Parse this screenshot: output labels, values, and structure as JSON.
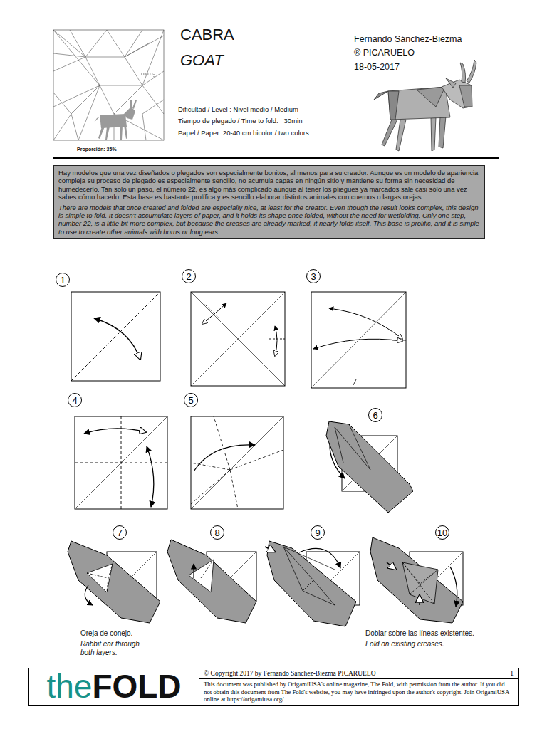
{
  "diagram": {
    "title": "CABRA",
    "nodes": [
      {
        "text": [
          "Hay modelos que una vez diseñados o plegados son especialmente bonitos, al menos para su creador. Aunque es un modelo de apariencia compleja su proceso de plegado es especialmente sencillo, no acumula capas en ningún sitio y mantiene su forma sin necesidad de humedecerlo. Tan solo un paso, el número 22, es algo más complicado aunque al tener los pliegues ya marcados sale casi sólo una vez sabes cómo hacerlo. Esta base es bastante prolífica y es sencillo elaborar distintos animales con cuernos o largas orejas.",
          "There are models that once created and folded are especially nice, at least for the creator. Even though the result looks complex, this design is simple to fold. It doesn't accumulate layers of paper, and it holds its shape once folded, without the need for wetfolding. Only one step, number 22, is a little bit more complex, but because the creases are already marked, it nearly folds itself. This base is prolific, and it is simple to use to create other animals with horns or long ears."
        ]
      },
      {
        "text": [
          "1"
        ]
      },
      {
        "text": [
          "2"
        ]
      },
      {
        "text": [
          "3"
        ]
      },
      {
        "text": [
          "4"
        ]
      },
      {
        "text": [
          "5"
        ]
      },
      {
        "text": [
          "6"
        ]
      },
      {
        "text": [
          "7"
        ]
      },
      {
        "text": [
          "8"
        ]
      },
      {
        "text": [
          "9"
        ]
      },
      {
        "text": [
          "10"
        ]
      },
      {
        "text": [
          "the",
          "FOLD"
        ]
      },
      {
        "text": [
          "© Copyright 2017 by Fernando Sánchez-Biezma PICARUELO",
          "1"
        ]
      },
      {
        "text": [
          "This document was published by OrigamiUSA's online magazine, The Fold, with permission from the author. If you did not obtain this document from The Fold's website, you may have infringed upon the author's copyright. Join OrigamiUSA online at https://origamiusa.org/"
        ]
      }
    ],
    "labels": [
      "GOAT",
      "Fernando Sánchez-Biezma",
      "® PICARUELO",
      "18-05-2017",
      "Proporción: 35%",
      "Dificultad / Level : Nivel medio / Medium",
      "Tiempo de plegado / Time to fold:   30min",
      "Papel / Paper: 20-40 cm bicolor / two colors",
      "Oreja de conejo.",
      "Rabbit ear through both layers.",
      "Doblar sobre las líneas existentes.",
      "Fold on existing creases."
    ]
  }
}
